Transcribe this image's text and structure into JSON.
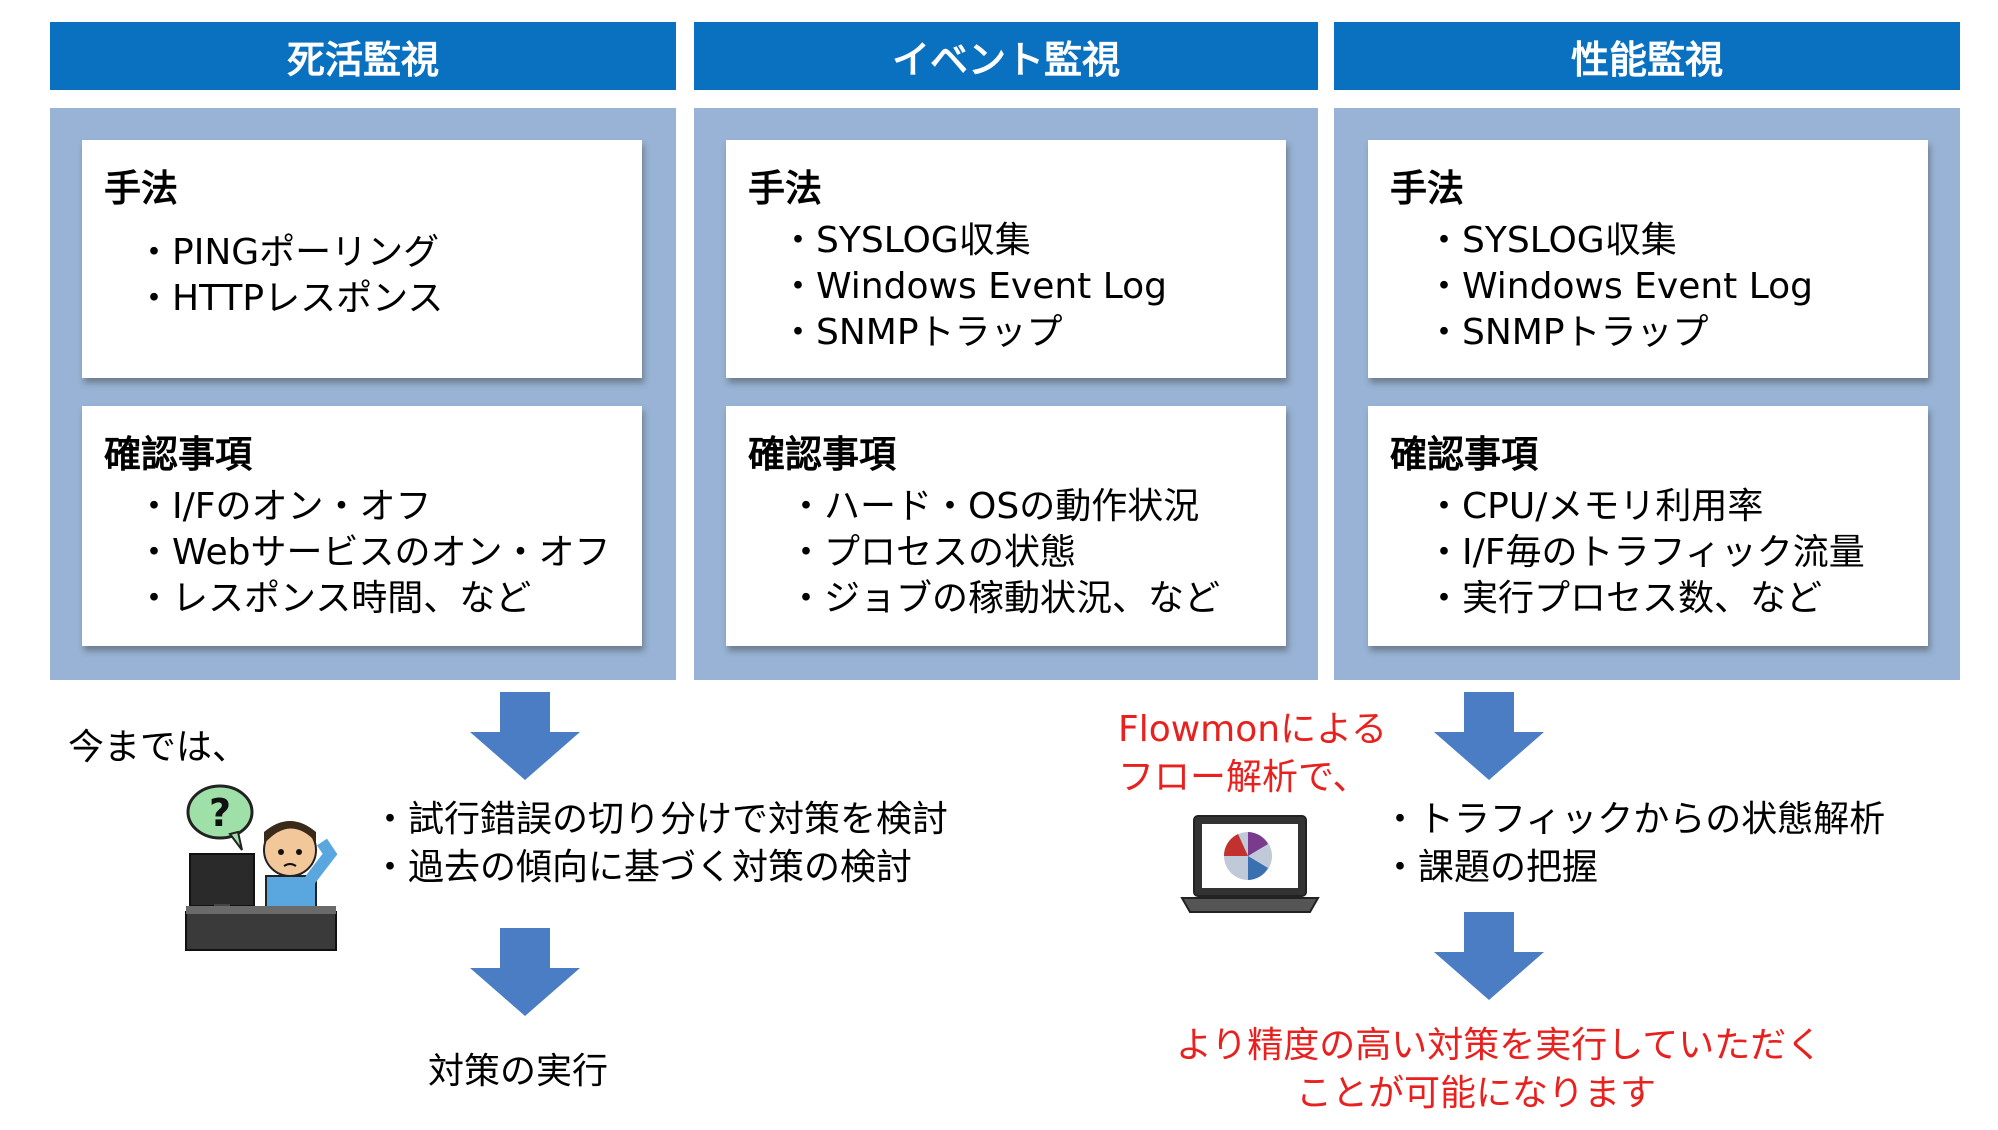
{
  "columns": [
    {
      "header": "死活監視",
      "method_title": "手法",
      "methods": [
        "・PINGポーリング",
        "・HTTPレスポンス"
      ],
      "check_title": "確認事項",
      "checks": [
        "・I/Fのオン・オフ",
        "・Webサービスのオン・オフ",
        "・レスポンス時間、など"
      ]
    },
    {
      "header": "イベント監視",
      "method_title": "手法",
      "methods": [
        "・SYSLOG収集",
        "・Windows Event Log",
        "・SNMPトラップ"
      ],
      "check_title": "確認事項",
      "checks": [
        "・ハード・OSの動作状況",
        "・プロセスの状態",
        "・ジョブの稼動状況、など"
      ]
    },
    {
      "header": "性能監視",
      "method_title": "手法",
      "methods": [
        "・SYSLOG収集",
        "・Windows Event Log",
        "・SNMPトラップ"
      ],
      "check_title": "確認事項",
      "checks": [
        "・CPU/メモリ利用率",
        "・I/F毎のトラフィック流量",
        "・実行プロセス数、など"
      ]
    }
  ],
  "left_flow": {
    "intro": "今までは、",
    "question_mark": "?",
    "steps": [
      "・試行錯誤の切り分けで対策を検討",
      "・過去の傾向に基づく対策の検討"
    ],
    "result": "対策の実行"
  },
  "right_flow": {
    "intro": [
      "Flowmonによる",
      "フロー解析で、"
    ],
    "steps": [
      "・トラフィックからの状態解析",
      "・課題の把握"
    ],
    "result": [
      "より精度の高い対策を実行していただく",
      "ことが可能になります"
    ]
  },
  "colors": {
    "header": "#0a70c0",
    "panel": "#98b3d5",
    "arrow": "#4a7dc4",
    "highlight": "#e8201e"
  },
  "icons": [
    "arrow-down-icon",
    "confused-person-icon",
    "laptop-chart-icon"
  ]
}
